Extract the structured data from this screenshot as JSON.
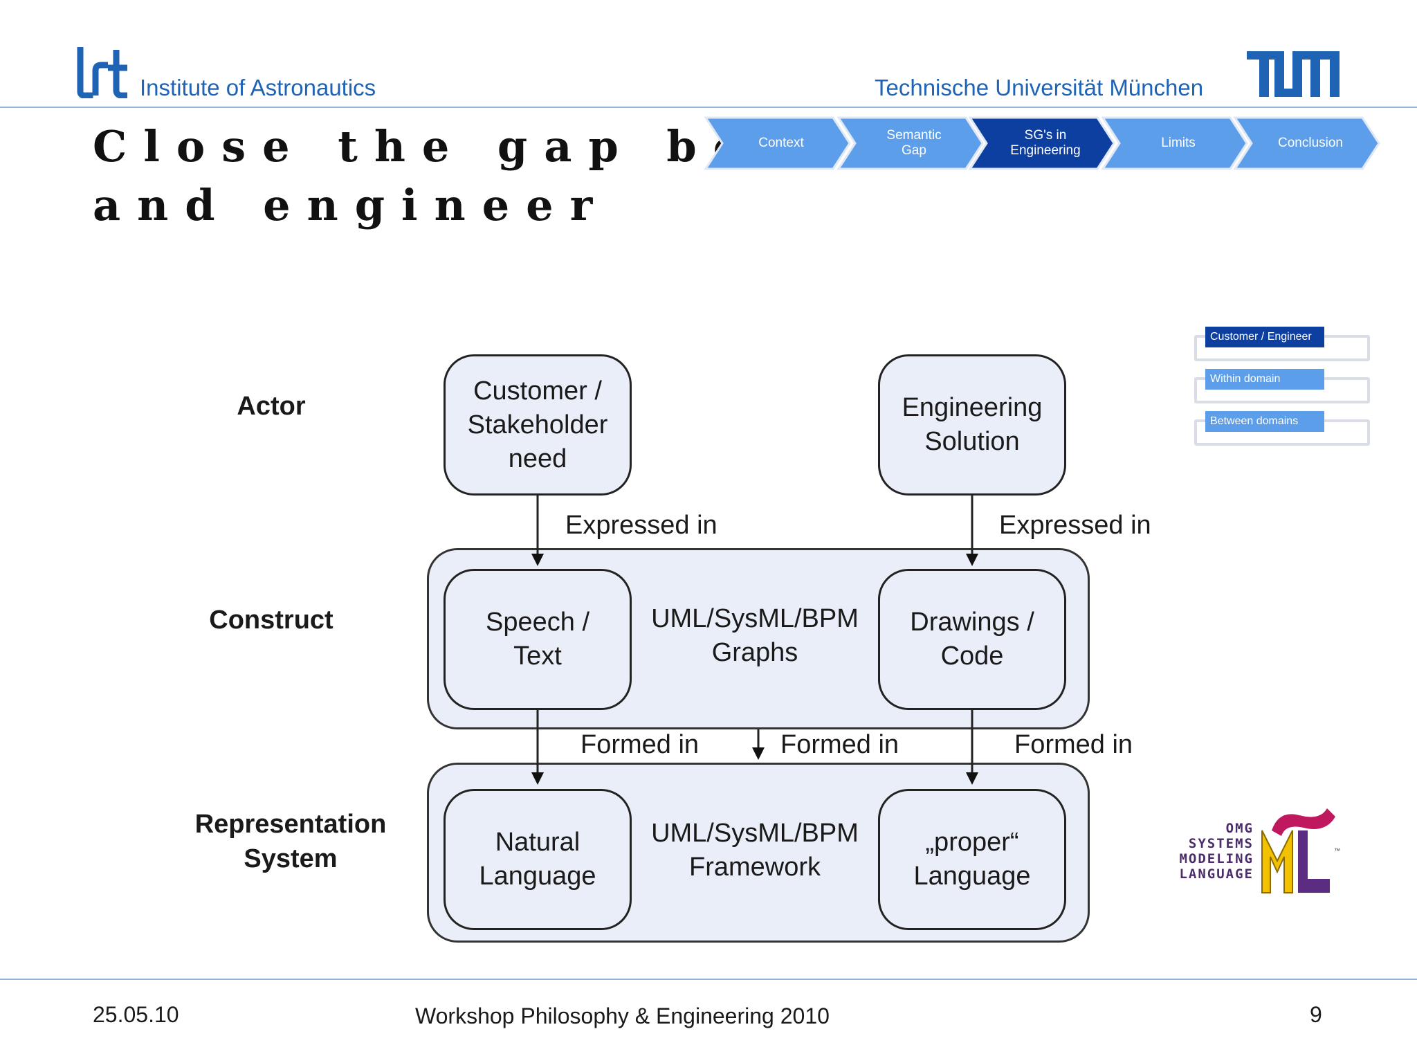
{
  "header": {
    "institute_logo": "lrt",
    "institute_name": "Institute of Astronautics",
    "university_name": "Technische Universität München",
    "university_logo": "TUM"
  },
  "title": {
    "line1": "Close the gap betw",
    "line2": "and engineer"
  },
  "progress_nav": {
    "items": [
      {
        "label": "Context",
        "active": false
      },
      {
        "label": "Semantic\nGap",
        "active": false
      },
      {
        "label": "SG's in\nEngineering",
        "active": true
      },
      {
        "label": "Limits",
        "active": false
      },
      {
        "label": "Conclusion",
        "active": false
      }
    ],
    "colors": {
      "inactive": "#5d9eea",
      "active": "#0d3fa0"
    }
  },
  "sub_nav": {
    "items": [
      {
        "label": "Customer / Engineer",
        "active": true
      },
      {
        "label": "Within domain",
        "active": false
      },
      {
        "label": "Between domains",
        "active": false
      }
    ],
    "colors": {
      "active": "#0d3fa0",
      "inactive": "#5d9eea"
    }
  },
  "diagram": {
    "rows": {
      "actor": "Actor",
      "construct": "Construct",
      "representation": "Representation\nSystem"
    },
    "actor_left": "Customer /\nStakeholder\nneed",
    "actor_right": "Engineering\nSolution",
    "expressed_left": "Expressed in",
    "expressed_right": "Expressed in",
    "construct_left": "Speech /\nText",
    "construct_mid": "UML/SysML/BPM\nGraphs",
    "construct_right": "Drawings /\nCode",
    "formed_left": "Formed in",
    "formed_mid": "Formed in",
    "formed_right": "Formed in",
    "rep_left": "Natural\nLanguage",
    "rep_mid": "UML/SysML/BPM\nFramework",
    "rep_right": "„proper“\nLanguage"
  },
  "sysml_logo": {
    "text_lines": [
      "OMG",
      "SYSTEMS",
      "MODELING",
      "LANGUAGE"
    ],
    "mark": "SysML",
    "tm": "™"
  },
  "footer": {
    "date": "25.05.10",
    "event": "Workshop Philosophy & Engineering 2010",
    "page": "9"
  }
}
